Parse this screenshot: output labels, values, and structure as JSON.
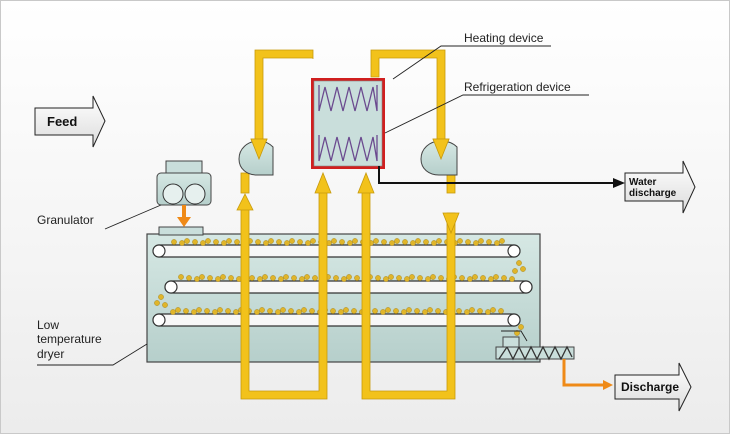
{
  "labels": {
    "feed": "Feed",
    "heating_device": "Heating device",
    "refrigeration_device": "Refrigeration device",
    "water_discharge_line1": "Water",
    "water_discharge_line2": "discharge",
    "granulator": "Granulator",
    "dryer_line1": "Low",
    "dryer_line2": "temperature",
    "dryer_line3": "dryer",
    "discharge": "Discharge"
  },
  "colors": {
    "air_flow": "#f2c21b",
    "air_flow_edge": "#c79a0c",
    "product_flow": "#ef8a17",
    "equipment_fill": "#c9dedb",
    "equipment_edge": "#444444",
    "heat_exchanger_frame": "#d01f1f",
    "coil": "#6b4a8f",
    "granule": "#e0b52a"
  }
}
